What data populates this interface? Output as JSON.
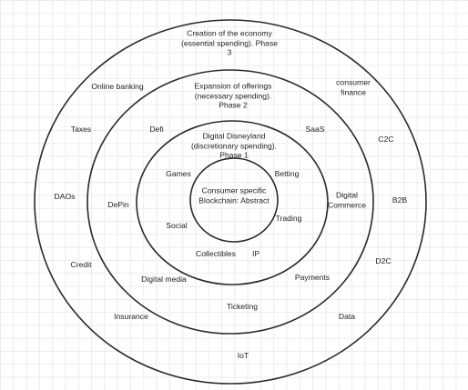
{
  "diagram": {
    "rings": [
      {
        "id": "core",
        "title": "Consumer specific Blockchain: Abstract",
        "items": []
      },
      {
        "id": "phase1",
        "title": "Digital Disneyland (discretionary spending). Phase 1",
        "items": [
          "Games",
          "Betting",
          "Trading",
          "Social",
          "Collectibles",
          "IP"
        ]
      },
      {
        "id": "phase2",
        "title": "Expansion of offerings (necessary spending). Phase 2",
        "items": [
          "Defi",
          "SaaS",
          "DePin",
          "Digital Commerce",
          "Digital media",
          "Payments",
          "Ticketing"
        ]
      },
      {
        "id": "phase3",
        "title": "Creation of the economy (essential spending). Phase 3",
        "items": [
          "Online banking",
          "consumer finance",
          "Taxes",
          "C2C",
          "DAOs",
          "B2B",
          "Credit",
          "D2C",
          "Insurance",
          "Data",
          "IoT"
        ]
      }
    ]
  }
}
